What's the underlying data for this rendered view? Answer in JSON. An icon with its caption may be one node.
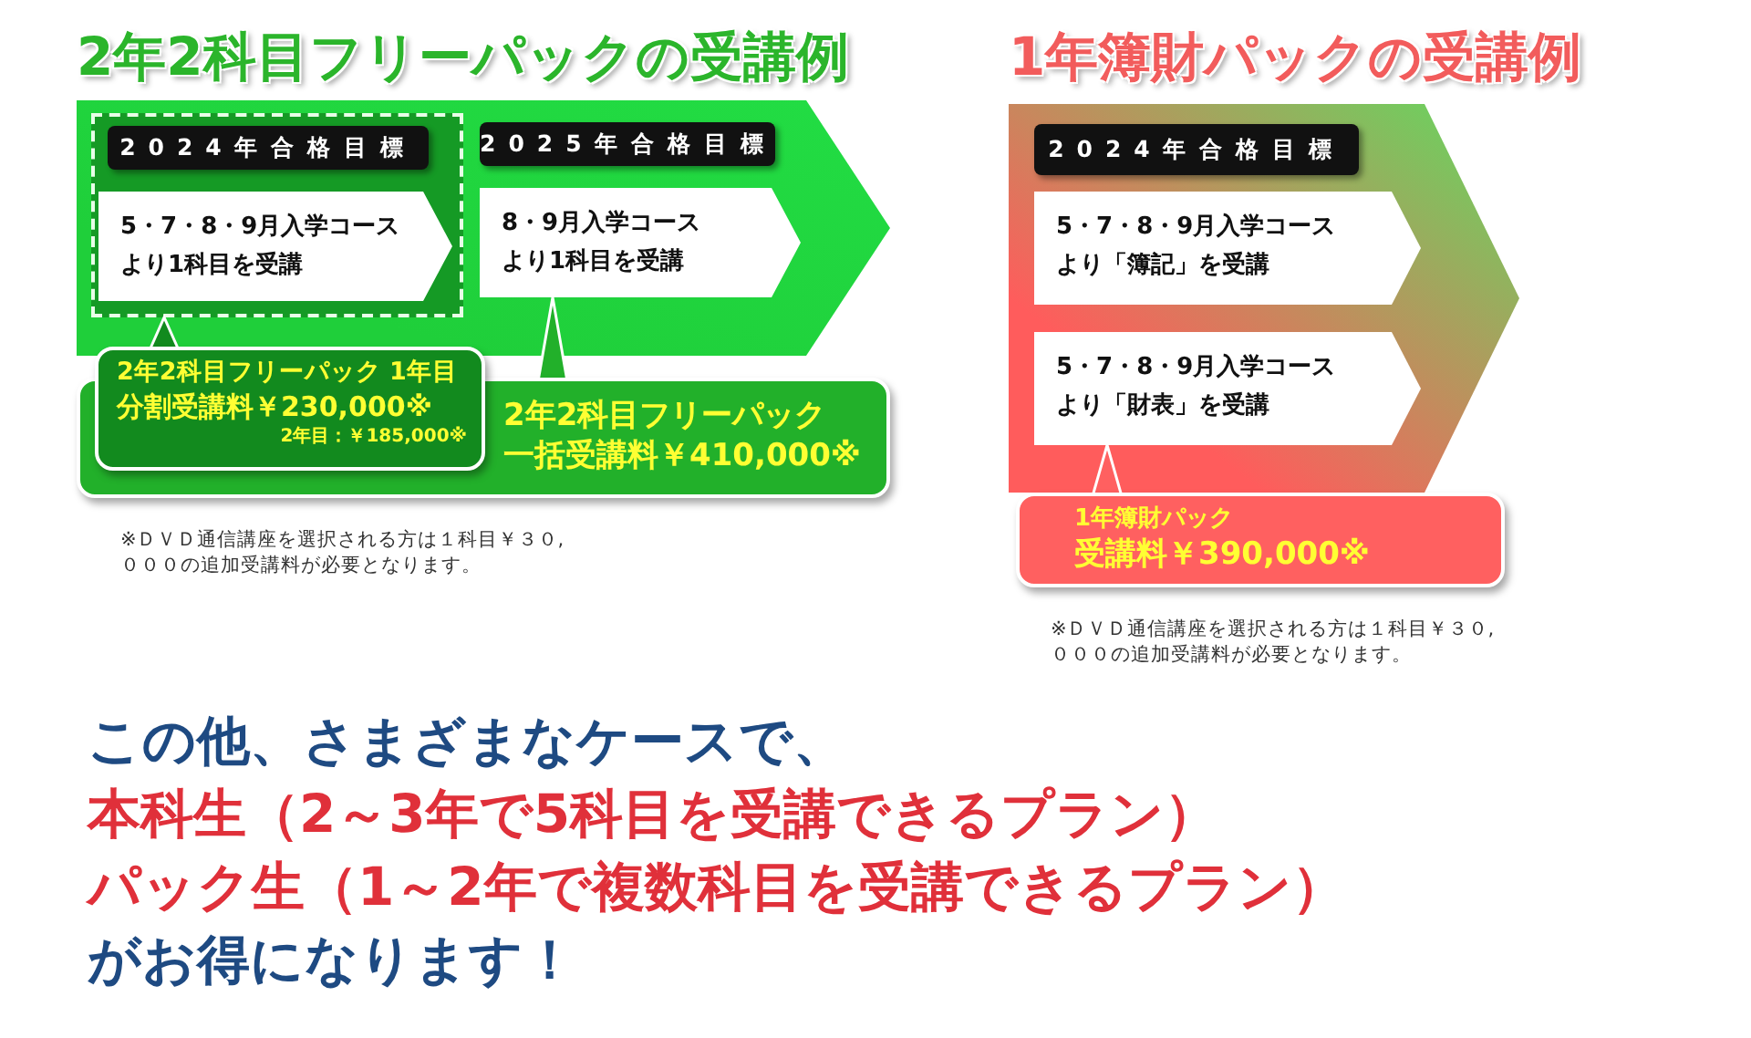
{
  "diagram": {
    "nodes": [
      {
        "text": [
          "2年2科目フリーパックの受講例"
        ]
      },
      {
        "text": [],
        "shape": "box",
        "in": 0
      },
      {
        "text": [
          "2024年合格目標"
        ],
        "in": 1
      },
      {
        "text": [
          "5・7・8・9月入学コースより1科目を受講"
        ],
        "in": 1
      },
      {
        "text": [
          "2025年合格目標"
        ],
        "in": 0
      },
      {
        "text": [
          "8・9月入学コースより1科目を受講"
        ],
        "in": 0
      },
      {
        "text": [
          "2年2科目フリーパック",
          "一括受講料￥410,000※"
        ]
      },
      {
        "text": [
          "2年2科目フリーパック 1年目",
          "分割受講料￥230,000※",
          "2年目：￥185,000※"
        ]
      },
      {
        "text": [
          "1年簿財パックの受講例"
        ]
      },
      {
        "text": [
          "2024年合格目標"
        ],
        "in": 8
      },
      {
        "text": [
          "5・7・8・9月入学コースより「簿記」を受講"
        ],
        "in": 8
      },
      {
        "text": [
          "5・7・8・9月入学コースより「財表」を受講"
        ],
        "in": 8
      },
      {
        "text": [
          "1年簿財パック",
          "受講料￥390,000※"
        ]
      }
    ],
    "edges": [
      {
        "from": 7,
        "to": 1,
        "arrow": "to"
      },
      {
        "from": 6,
        "to": 5,
        "arrow": "to"
      },
      {
        "from": 12,
        "to": 11,
        "arrow": "to"
      }
    ],
    "labels": [
      "※ＤＶＤ通信講座を選択される方は１科目￥３０,０００の追加受講料が必要となります。",
      "※ＤＶＤ通信講座を選択される方は１科目￥３０,０００の追加受講料が必要となります。",
      "この他、さまざまなケースで、",
      "本科生（2～3年で5科目を受講できるプラン）",
      "パック生（1～2年で複数科目を受講できるプラン）",
      "がお得になります！"
    ]
  }
}
